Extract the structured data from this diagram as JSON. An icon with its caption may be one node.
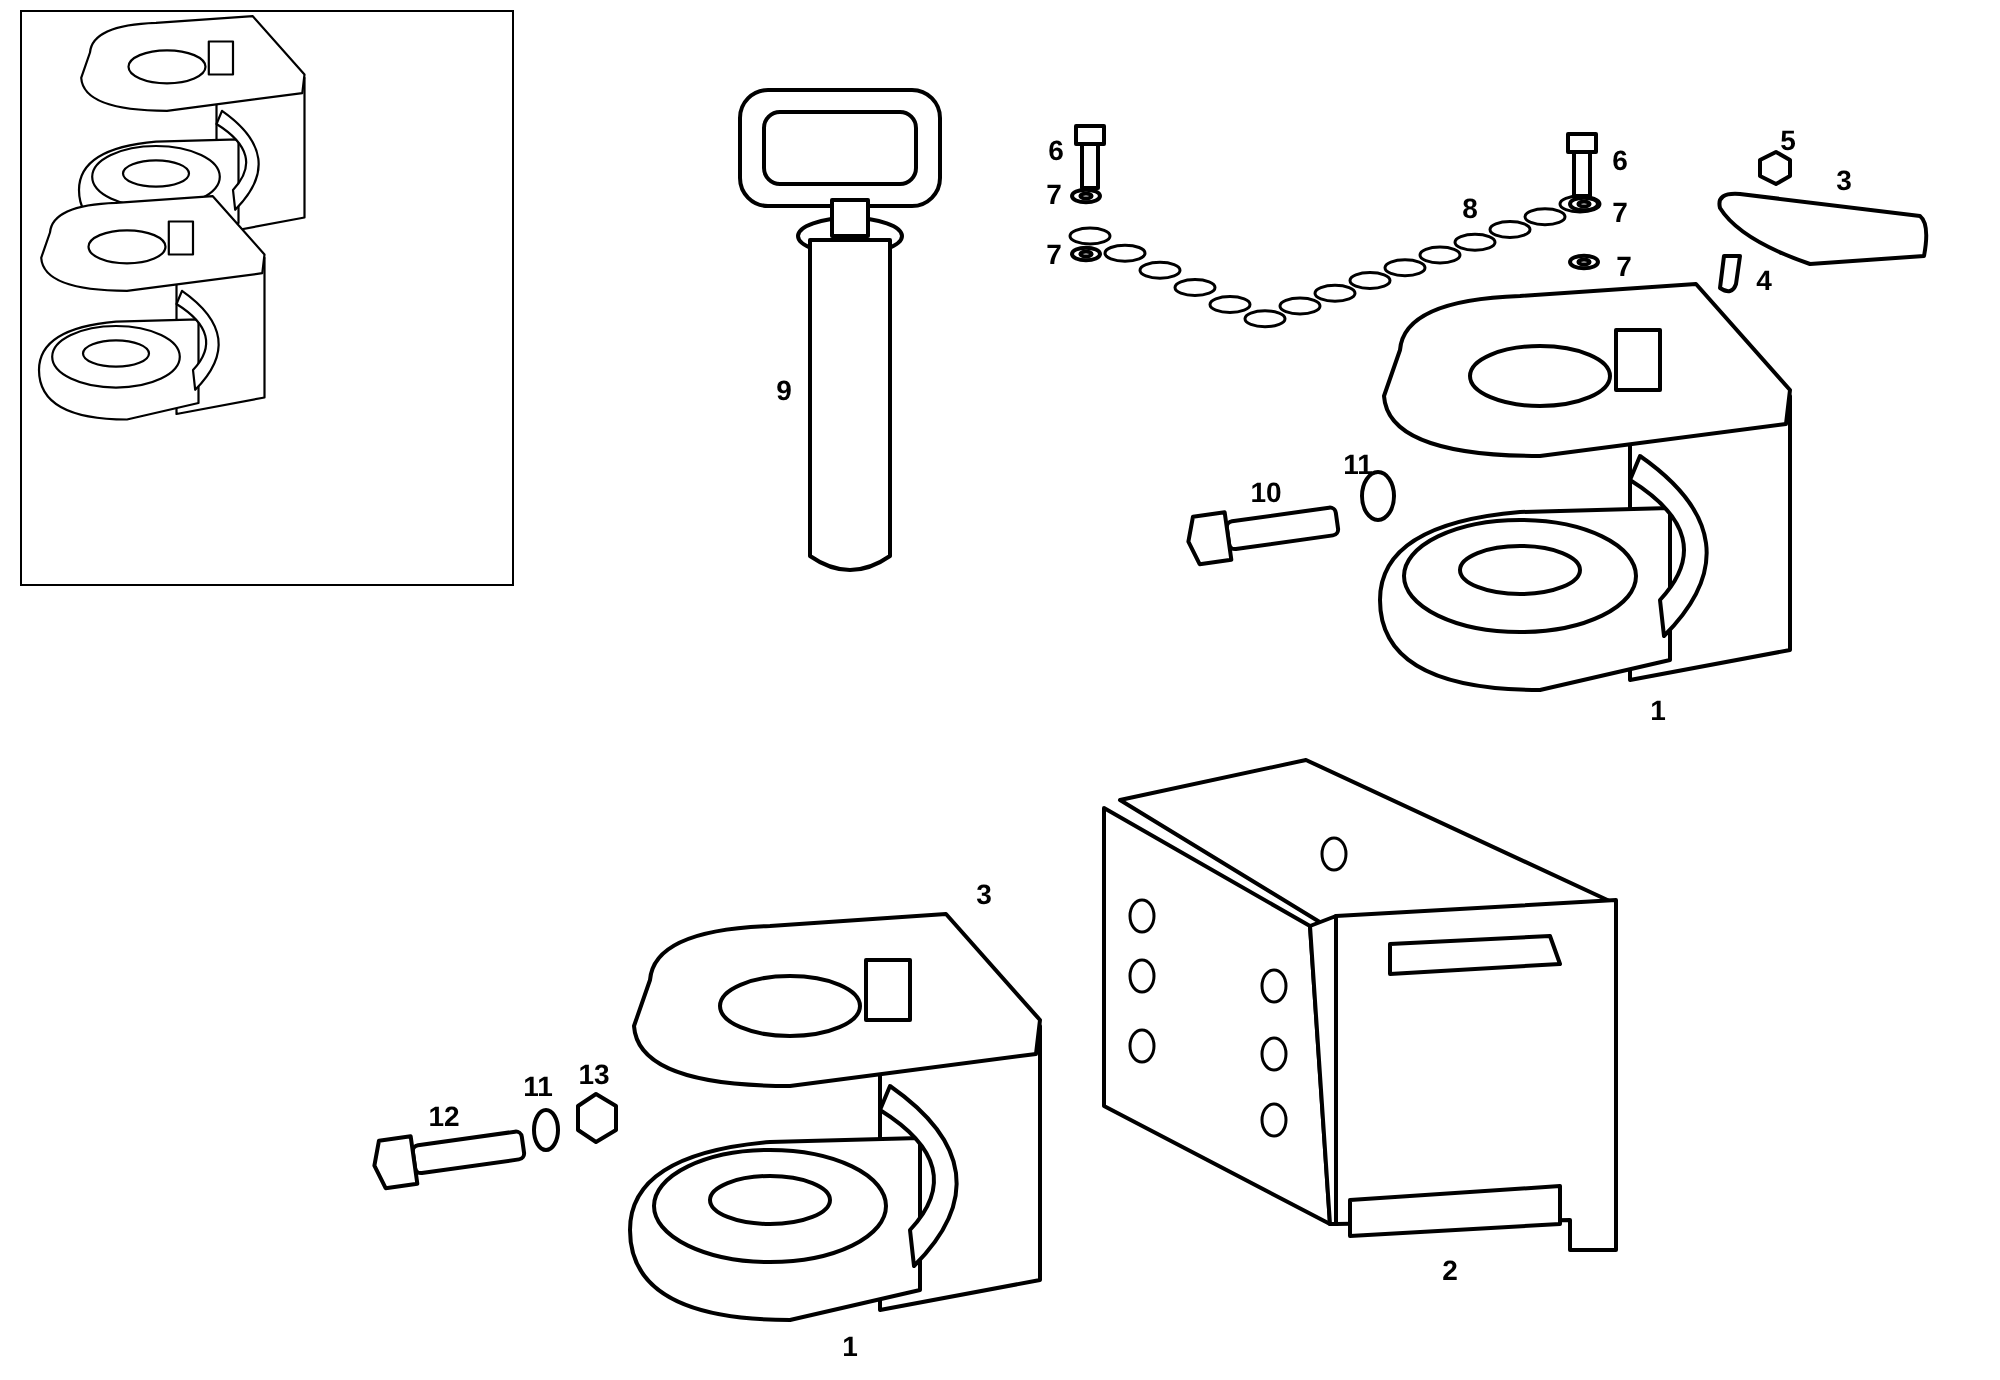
{
  "diagram": {
    "labels": [
      "5",
      "6",
      "6",
      "3",
      "7",
      "8",
      "7",
      "7",
      "7",
      "4",
      "9",
      "11",
      "10",
      "1",
      "3",
      "13",
      "11",
      "12",
      "2",
      "1"
    ]
  }
}
